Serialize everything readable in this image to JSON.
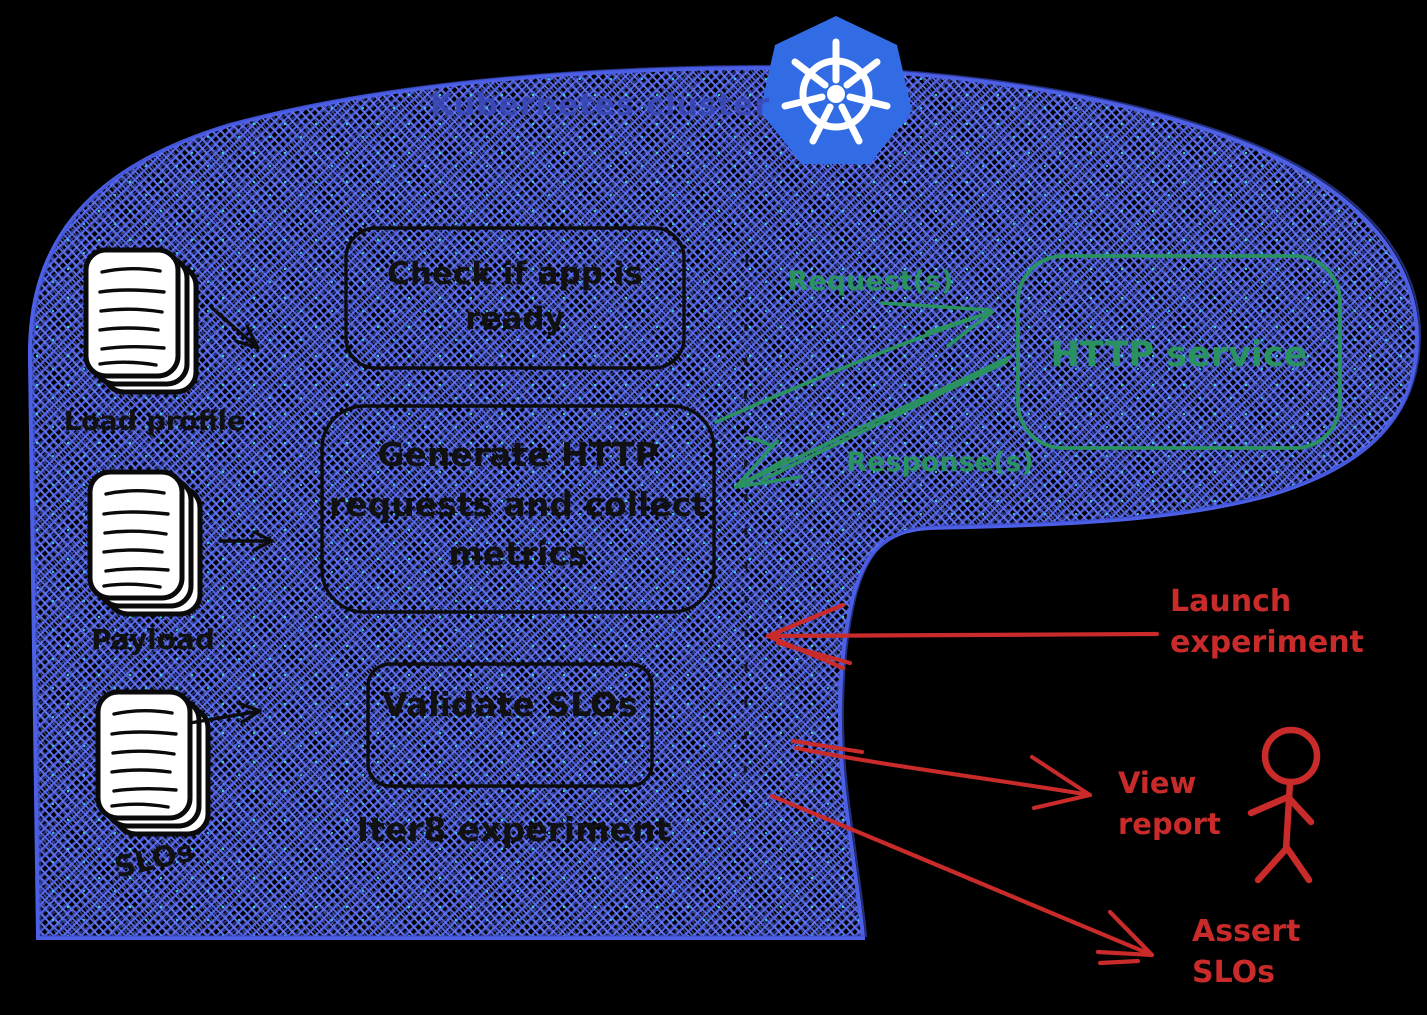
{
  "diagram": {
    "title": "Kubernetes cluster",
    "cluster": {
      "steps": [
        {
          "label": "Check if app is ready"
        },
        {
          "label": "Generate HTTP requests and collect metrics"
        },
        {
          "label": "Validate SLOs"
        }
      ],
      "experiment_label": "Iter8 experiment"
    },
    "inputs": [
      {
        "label": "Load profile",
        "icon": "document-stack-icon"
      },
      {
        "label": "Payload",
        "icon": "document-stack-icon"
      },
      {
        "label": "SLOs",
        "icon": "document-stack-icon"
      }
    ],
    "service": {
      "label": "HTTP service"
    },
    "traffic": {
      "request_label": "Request(s)",
      "response_label": "Response(s)"
    },
    "user_actions": [
      {
        "label": "Launch experiment"
      },
      {
        "label": "View report"
      },
      {
        "label": "Assert SLOs"
      }
    ],
    "icons": {
      "kubernetes_logo": "kubernetes-wheel-icon",
      "user": "stick-figure-icon"
    },
    "colors": {
      "cluster_hatch_blue": "#4a5ee8",
      "cluster_outline": "#4d5fe4",
      "k8s_logo_blue": "#326ce5",
      "ink_black": "#111111",
      "service_green": "#2a9160",
      "action_red": "#c92a2a",
      "title_navy": "#3b49b8"
    }
  }
}
